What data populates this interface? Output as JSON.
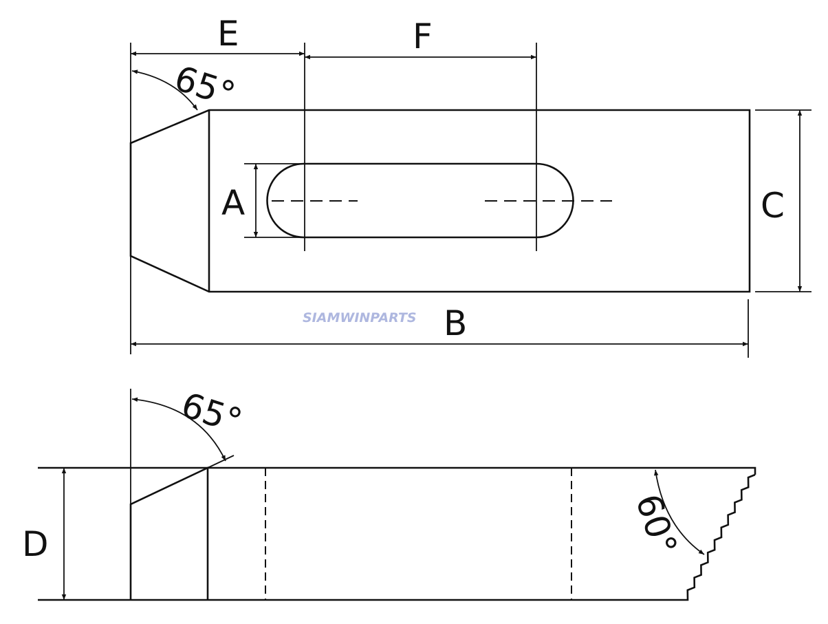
{
  "labels": {
    "E": "E",
    "F": "F",
    "A": "A",
    "B": "B",
    "C": "C",
    "D": "D"
  },
  "angles": {
    "top_chamfer": "65°",
    "side_chamfer": "65°",
    "serration": "60°"
  },
  "watermark": "SIAMWINPARTS",
  "colors": {
    "line": "#111111",
    "watermark": "#9aa6d8"
  }
}
